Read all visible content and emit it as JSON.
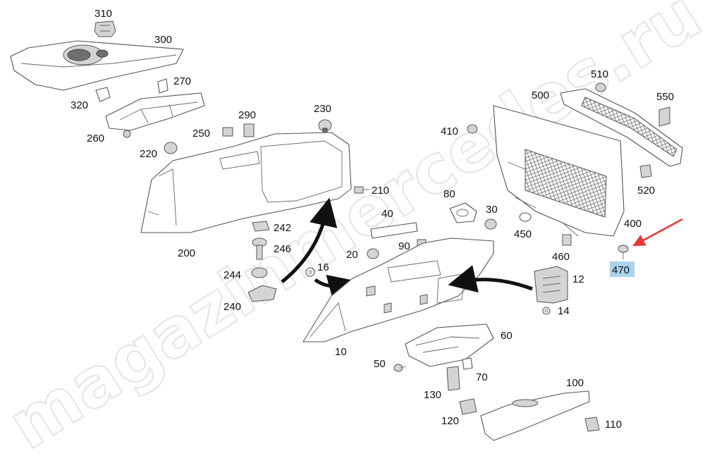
{
  "diagram": {
    "watermark": "magazinmercedes.ru",
    "highlight_color": "#a9d3ea",
    "pointer_color": "#e53935",
    "callouts": {
      "p310": "310",
      "p300": "300",
      "p270": "270",
      "p320": "320",
      "p260": "260",
      "p290": "290",
      "p230": "230",
      "p250": "250",
      "p220": "220",
      "p210": "210",
      "p200": "200",
      "p242": "242",
      "p246": "246",
      "p244": "244",
      "p240": "240",
      "p40": "40",
      "p20": "20",
      "p90": "90",
      "p16": "16",
      "p10": "10",
      "p410": "410",
      "p80": "80",
      "p30": "30",
      "p500": "500",
      "p510": "510",
      "p550": "550",
      "p520": "520",
      "p450": "450",
      "p460": "460",
      "p400": "400",
      "p470": "470",
      "p12": "12",
      "p14": "14",
      "p60": "60",
      "p50": "50",
      "p70": "70",
      "p130": "130",
      "p120": "120",
      "p100": "100",
      "p110": "110"
    }
  }
}
